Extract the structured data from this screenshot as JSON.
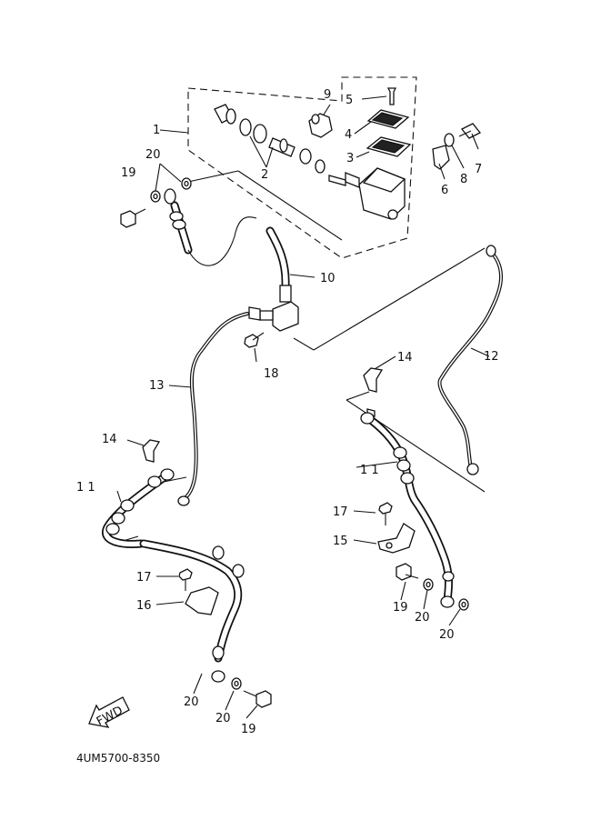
{
  "diagram_code": "4UM5700-8350",
  "fwd_label": "FWD",
  "callouts": {
    "c1": "1",
    "c2": "2",
    "c3": "3",
    "c4": "4",
    "c5": "5",
    "c6": "6",
    "c7": "7",
    "c8": "8",
    "c9": "9",
    "c10": "10",
    "c11a": "1 1",
    "c11b": "1 1",
    "c12": "12",
    "c13": "13",
    "c14a": "14",
    "c14b": "14",
    "c15": "15",
    "c16": "16",
    "c17a": "17",
    "c17b": "17",
    "c18": "18",
    "c19a": "19",
    "c19b": "19",
    "c19c": "19",
    "c20a": "20",
    "c20b": "20",
    "c20c": "20",
    "c20d": "20",
    "c20e": "20"
  }
}
